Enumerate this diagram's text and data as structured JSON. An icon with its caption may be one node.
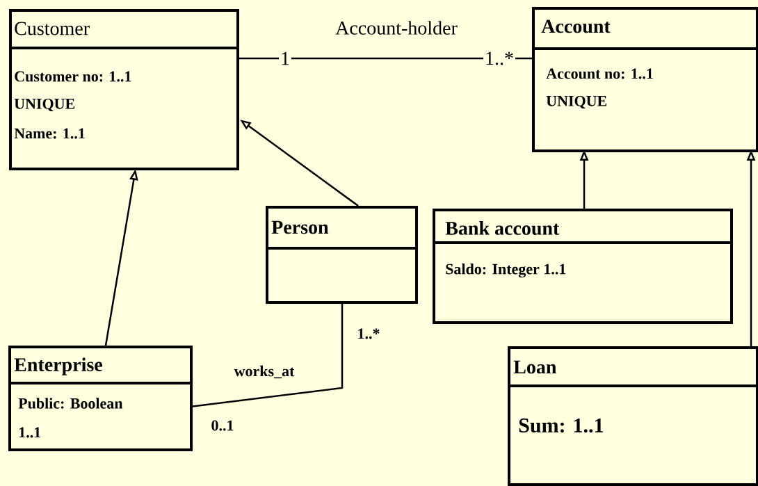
{
  "diagram": {
    "nodes": [
      {
        "text": [
          "Customer",
          "Customer no: 1..1",
          "UNIQUE",
          "Name: 1..1"
        ]
      },
      {
        "text": [
          "Account",
          "Account no: 1..1",
          "UNIQUE"
        ]
      },
      {
        "text": [
          "Person"
        ]
      },
      {
        "text": [
          "Bank account",
          "Saldo: Integer 1..1"
        ]
      },
      {
        "text": [
          "Enterprise",
          "Public: Boolean",
          "1..1"
        ]
      },
      {
        "text": [
          "Loan",
          "Sum: 1..1"
        ]
      }
    ],
    "edges": [
      {
        "from": 0,
        "to": 1,
        "arrow": "none",
        "label": "Account-holder"
      },
      {
        "from": 4,
        "to": 0,
        "arrow": "to"
      },
      {
        "from": 2,
        "to": 0,
        "arrow": "to"
      },
      {
        "from": 3,
        "to": 1,
        "arrow": "to"
      },
      {
        "from": 5,
        "to": 1,
        "arrow": "to"
      },
      {
        "from": 2,
        "to": 4,
        "arrow": "none",
        "label": "works_at"
      }
    ],
    "labels": [
      "1",
      "1..*",
      "1..*",
      "0..1"
    ]
  }
}
